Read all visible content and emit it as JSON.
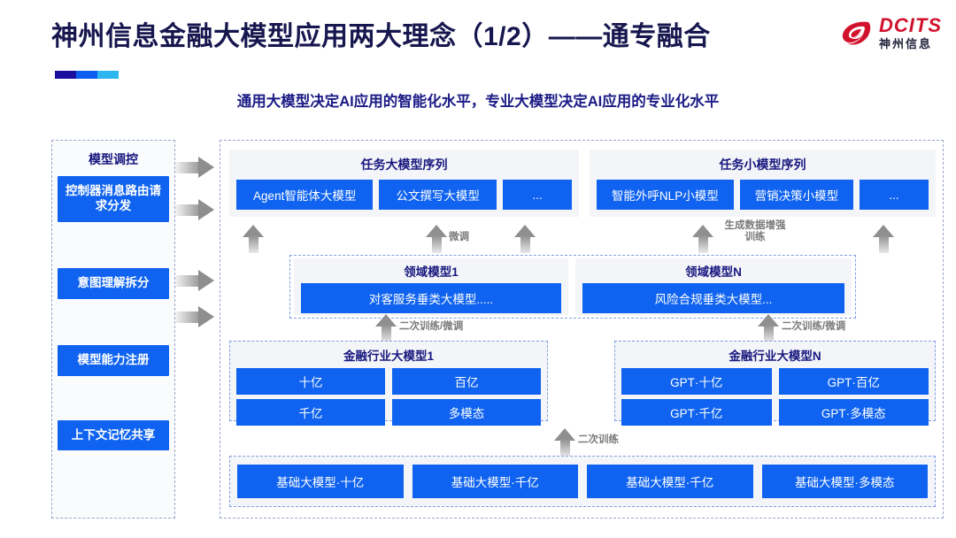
{
  "header": {
    "title": "神州信息金融大模型应用两大理念（1/2）——通专融合",
    "subtitle": "通用大模型决定AI应用的智能化水平，专业大模型决定AI应用的专业化水平",
    "logo_text_en": "DCITS",
    "logo_text_cn": "神州信息",
    "accent_colors": [
      "#1d0f9e",
      "#0b5ef0",
      "#2bb6ef"
    ]
  },
  "colors": {
    "brand_blue": "#0f63f0",
    "title_navy": "#17174f",
    "subtitle_navy": "#1b1b86",
    "logo_red": "#d1122c",
    "arrow_gray": "#8f8f8f"
  },
  "control_panel": {
    "title": "模型调控",
    "items": [
      {
        "label": "控制器消息路由请求分发"
      },
      {
        "label": "意图理解拆分"
      },
      {
        "label": "模型能力注册"
      },
      {
        "label": "上下文记忆共享"
      }
    ]
  },
  "task_sequences": [
    {
      "title": "任务大模型序列",
      "chips": [
        "Agent智能体大模型",
        "公文撰写大模型",
        "..."
      ]
    },
    {
      "title": "任务小模型序列",
      "chips": [
        "智能外呼NLP小模型",
        "营销决策小模型",
        "..."
      ]
    }
  ],
  "domain_models": [
    {
      "title": "领域模型1",
      "label": "对客服务垂类大模型....."
    },
    {
      "title": "领域模型N",
      "label": "风险合规垂类大模型..."
    }
  ],
  "industry_models": [
    {
      "title": "金融行业大模型1",
      "boxes": [
        "十亿",
        "百亿",
        "千亿",
        "多模态"
      ]
    },
    {
      "title": "金融行业大模型N",
      "boxes": [
        "GPT·十亿",
        "GPT·百亿",
        "GPT·千亿",
        "GPT·多模态"
      ]
    }
  ],
  "base_models": [
    "基础大模型·十亿",
    "基础大模型·千亿",
    "基础大模型·千亿",
    "基础大模型·多模态"
  ],
  "arrow_labels": {
    "finetune": "微调",
    "data_augment": "生成数据增强\n训练",
    "retrain_finetune_left": "二次训练/微调",
    "retrain_finetune_right": "二次训练/微调",
    "retrain": "二次训练"
  }
}
